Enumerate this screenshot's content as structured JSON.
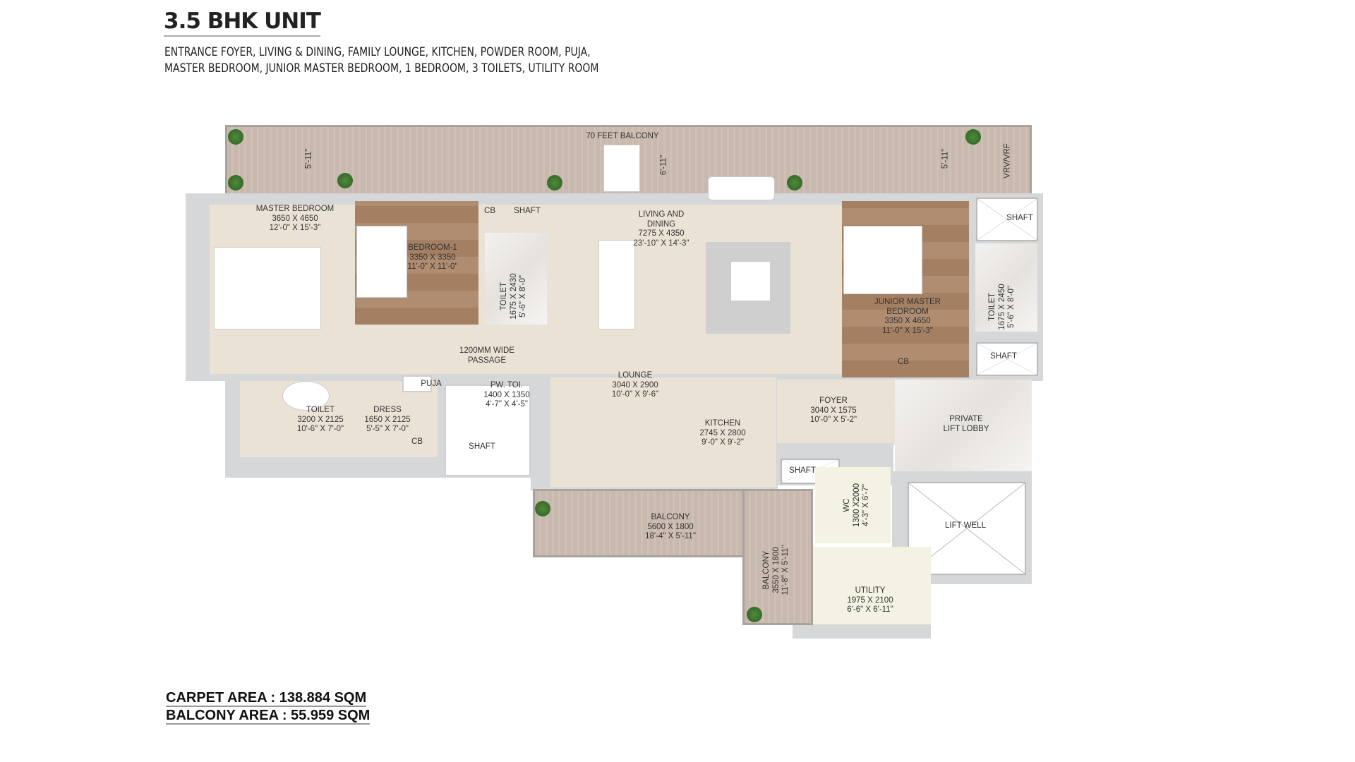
{
  "header": {
    "title": "3.5 BHK UNIT",
    "line1": "ENTRANCE FOYER, LIVING & DINING, FAMILY LOUNGE, KITCHEN, POWDER ROOM, PUJA,",
    "line2": "MASTER BEDROOM, JUNIOR MASTER BEDROOM, 1 BEDROOM, 3 TOILETS, UTILITY ROOM"
  },
  "rooms": {
    "top_balcony": {
      "name": "70 FEET BALCONY"
    },
    "dim_left": "5'-11\"",
    "dim_mid": "6'-11\"",
    "dim_right": "5'-11\"",
    "vrv": "VRV/VRF",
    "master_bedroom": {
      "name": "MASTER BEDROOM",
      "mm": "3650 X 4650",
      "ft": "12'-0\" X 15'-3\""
    },
    "bedroom1": {
      "name": "BEDROOM-1",
      "mm": "3350 X 3350",
      "ft": "11'-0\" X 11'-0\""
    },
    "cb1": "CB",
    "shaft1": "SHAFT",
    "toilet1": {
      "name": "TOILET",
      "mm": "1675 X 2430",
      "ft": "5'-6\" X 8'-0\""
    },
    "living": {
      "name": "LIVING AND",
      "name2": "DINING",
      "mm": "7275 X 4350",
      "ft": "23'-10\" X 14'-3\""
    },
    "junior": {
      "name": "JUNIOR MASTER",
      "name2": "BEDROOM",
      "mm": "3350 X 4650",
      "ft": "11'-0\" X 15'-3\""
    },
    "shaft2": "SHAFT",
    "toilet2": {
      "name": "TOILET",
      "mm": "1675 X 2450",
      "ft": "5'-6\" X 8'-0\""
    },
    "shaft3": "SHAFT",
    "cb2": "CB",
    "passage": {
      "name": "1200MM WIDE",
      "name2": "PASSAGE"
    },
    "puja": "PUJA",
    "pwtoi": {
      "name": "PW. TOI.",
      "mm": "1400 X 1350",
      "ft": "4'-7\" X 4'-5\""
    },
    "lounge": {
      "name": "LOUNGE",
      "mm": "3040 X 2900",
      "ft": "10'-0\" X 9'-6\""
    },
    "toilet3": {
      "name": "TOILET",
      "mm": "3200 X 2125",
      "ft": "10'-6\" X 7'-0\""
    },
    "dress": {
      "name": "DRESS",
      "mm": "1650 X 2125",
      "ft": "5'-5\" X 7'-0\""
    },
    "cb3": "CB",
    "shaft4": "SHAFT",
    "kitchen": {
      "name": "KITCHEN",
      "mm": "2745 X 2800",
      "ft": "9'-0\" X 9'-2\""
    },
    "foyer": {
      "name": "FOYER",
      "mm": "3040 X 1575",
      "ft": "10'-0\" X 5'-2\""
    },
    "lobby": {
      "name": "PRIVATE",
      "name2": "LIFT LOBBY"
    },
    "shaft5": "SHAFT",
    "wc": {
      "name": "WC",
      "mm": "1300 X2000",
      "ft": "4'-3\" X 6'-7\""
    },
    "liftwell": "LIFT WELL",
    "balcony1": {
      "name": "BALCONY",
      "mm": "5600 X 1800",
      "ft": "18'-4\" X 5'-11\""
    },
    "balcony2": {
      "name": "BALCONY",
      "mm": "3550 X 1800",
      "ft": "11'-8\" X 5'-11\""
    },
    "utility": {
      "name": "UTILITY",
      "mm": "1975 X 2100",
      "ft": "6'-6\" X 6'-11\""
    }
  },
  "areas": {
    "carpet": "CARPET AREA : 138.884 SQM",
    "balcony": "BALCONY AREA : 55.959 SQM"
  }
}
